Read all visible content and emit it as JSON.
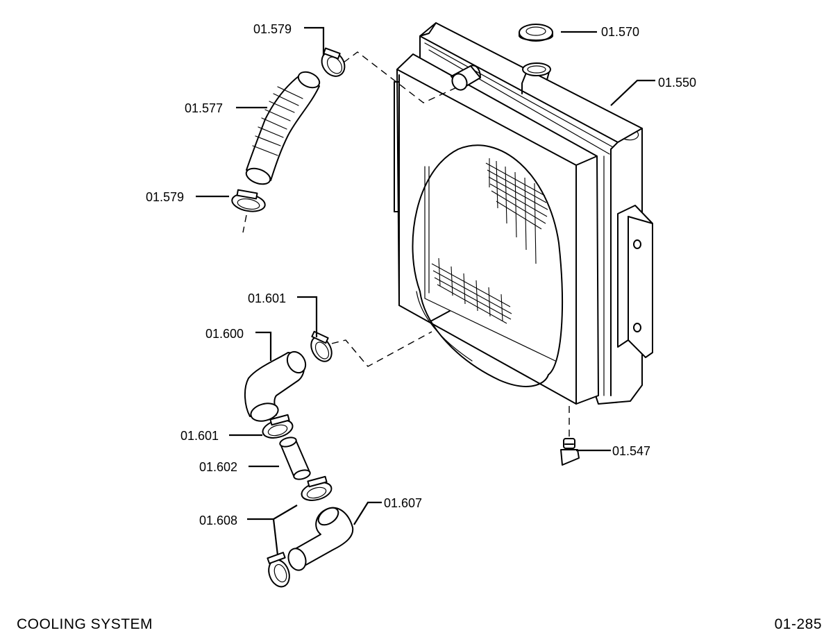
{
  "parts": {
    "p570": "01.570",
    "p550": "01.550",
    "p579_top": "01.579",
    "p577": "01.577",
    "p579_bottom": "01.579",
    "p601_top": "01.601",
    "p600": "01.600",
    "p601_mid": "01.601",
    "p602": "01.602",
    "p607": "01.607",
    "p608": "01.608",
    "p547": "01.547"
  },
  "footer": {
    "title": "COOLING  SYSTEM",
    "page": "01-285"
  }
}
